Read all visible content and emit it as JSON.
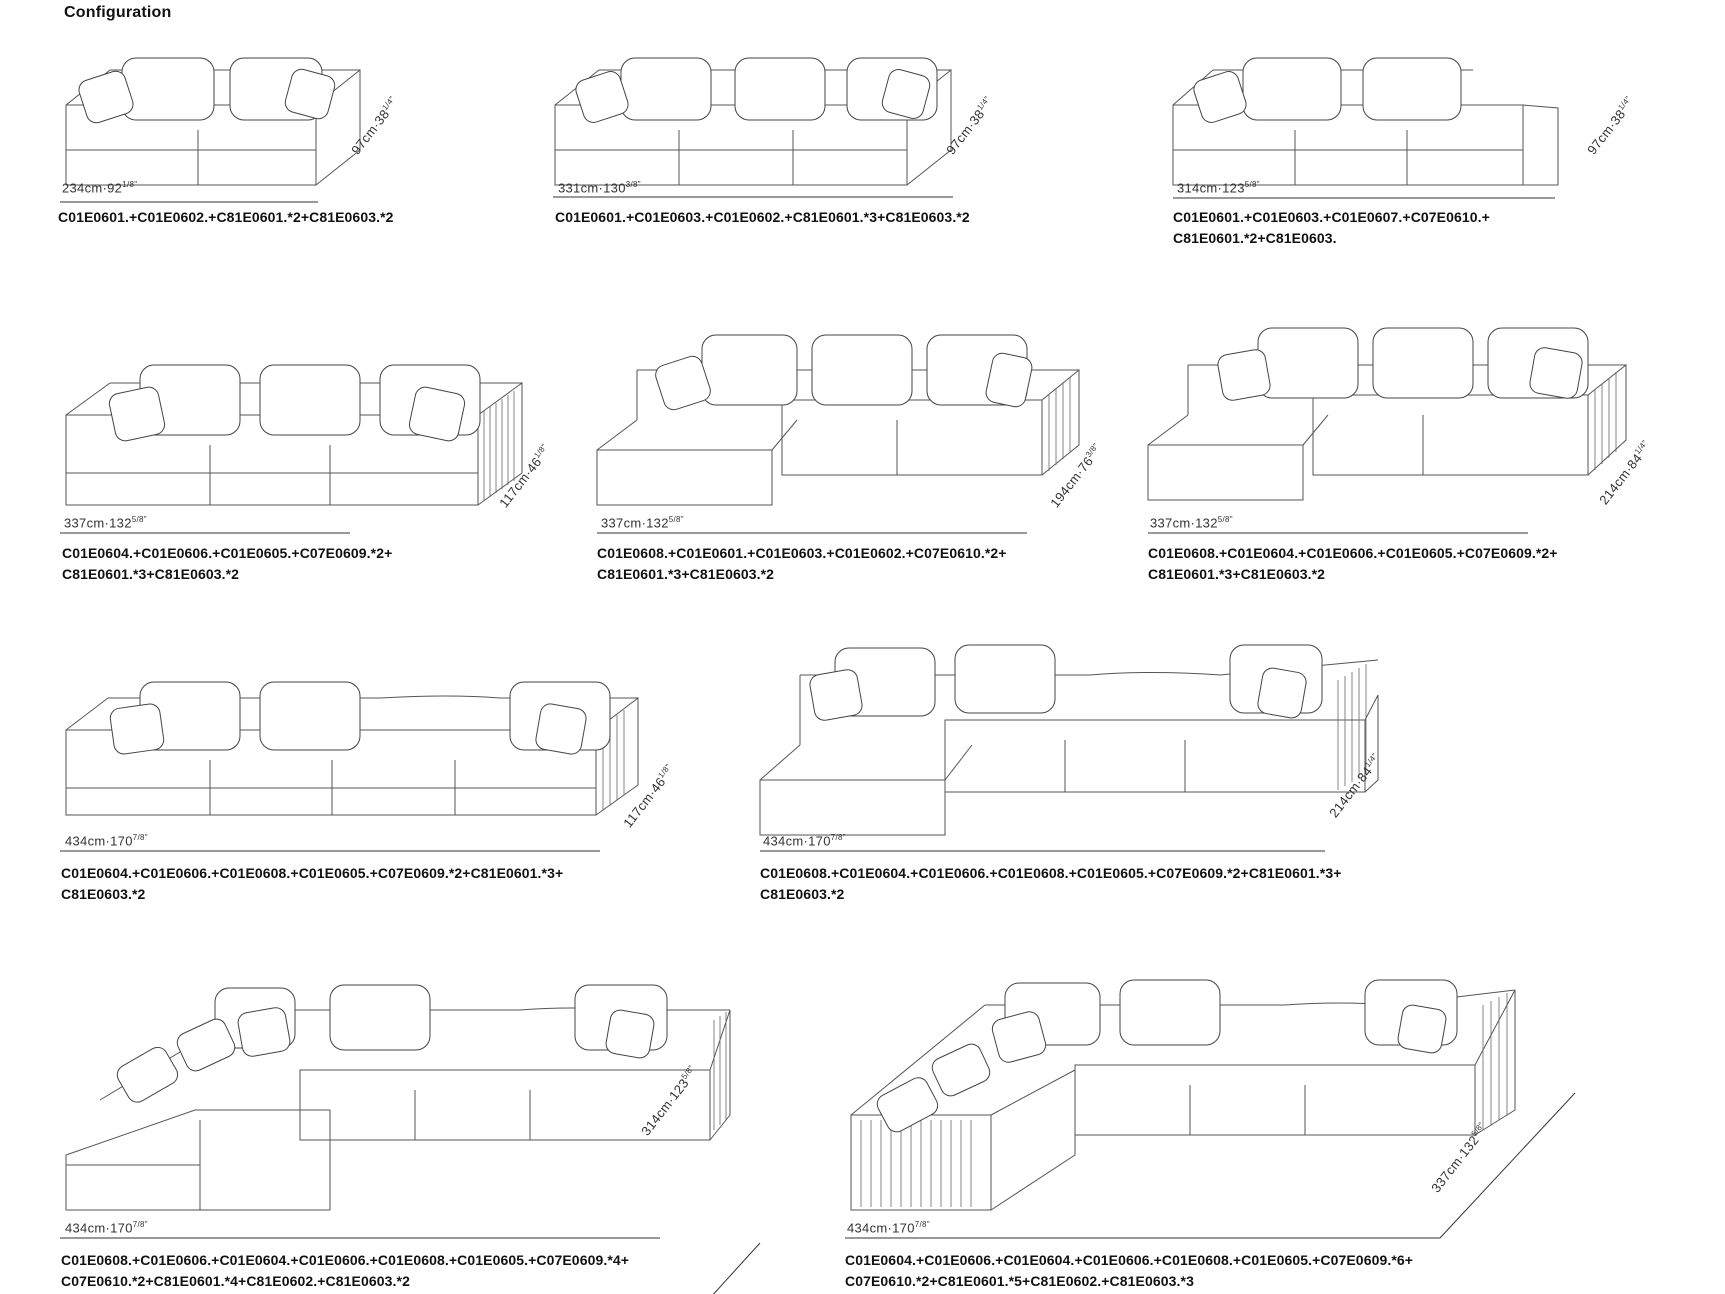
{
  "page": {
    "title": "Configuration"
  },
  "configurations": [
    {
      "width": "234cm·92",
      "width_frac": "1/8\"",
      "depth": "97cm·38",
      "depth_frac": "1/4\"",
      "codes": [
        "C01E0601.+C01E0602.+C81E0601.*2+C81E0603.*2"
      ]
    },
    {
      "width": "331cm·130",
      "width_frac": "3/8\"",
      "depth": "97cm·38",
      "depth_frac": "1/4\"",
      "codes": [
        "C01E0601.+C01E0603.+C01E0602.+C81E0601.*3+C81E0603.*2"
      ]
    },
    {
      "width": "314cm·123",
      "width_frac": "5/8\"",
      "depth": "97cm·38",
      "depth_frac": "1/4\"",
      "codes": [
        "C01E0601.+C01E0603.+C01E0607.+C07E0610.+",
        "C81E0601.*2+C81E0603."
      ]
    },
    {
      "width": "337cm·132",
      "width_frac": "5/8\"",
      "depth": "117cm·46",
      "depth_frac": "1/8\"",
      "codes": [
        "C01E0604.+C01E0606.+C01E0605.+C07E0609.*2+",
        "C81E0601.*3+C81E0603.*2"
      ]
    },
    {
      "width": "337cm·132",
      "width_frac": "5/8\"",
      "depth": "194cm·76",
      "depth_frac": "3/8\"",
      "codes": [
        "C01E0608.+C01E0601.+C01E0603.+C01E0602.+C07E0610.*2+",
        "C81E0601.*3+C81E0603.*2"
      ]
    },
    {
      "width": "337cm·132",
      "width_frac": "5/8\"",
      "depth": "214cm·84",
      "depth_frac": "1/4\"",
      "codes": [
        "C01E0608.+C01E0604.+C01E0606.+C01E0605.+C07E0609.*2+",
        "C81E0601.*3+C81E0603.*2"
      ]
    },
    {
      "width": "434cm·170",
      "width_frac": "7/8\"",
      "depth": "117cm·46",
      "depth_frac": "1/8\"",
      "codes": [
        "C01E0604.+C01E0606.+C01E0608.+C01E0605.+C07E0609.*2+C81E0601.*3+",
        "C81E0603.*2"
      ]
    },
    {
      "width": "434cm·170",
      "width_frac": "7/8\"",
      "depth": "214cm·84",
      "depth_frac": "1/4\"",
      "codes": [
        "C01E0608.+C01E0604.+C01E0606.+C01E0608.+C01E0605.+C07E0609.*2+C81E0601.*3+",
        "C81E0603.*2"
      ]
    },
    {
      "width": "434cm·170",
      "width_frac": "7/8\"",
      "depth": "314cm·123",
      "depth_frac": "5/8\"",
      "codes": [
        "C01E0608.+C01E0606.+C01E0604.+C01E0606.+C01E0608.+C01E0605.+C07E0609.*4+",
        "C07E0610.*2+C81E0601.*4+C81E0602.+C81E0603.*2"
      ]
    },
    {
      "width": "434cm·170",
      "width_frac": "7/8\"",
      "depth": "337cm·132",
      "depth_frac": "5/8\"",
      "codes": [
        "C01E0604.+C01E0606.+C01E0604.+C01E0606.+C01E0608.+C01E0605.+C07E0609.*6+",
        "C07E0610.*2+C81E0601.*5+C81E0602.+C81E0603.*3"
      ]
    }
  ]
}
